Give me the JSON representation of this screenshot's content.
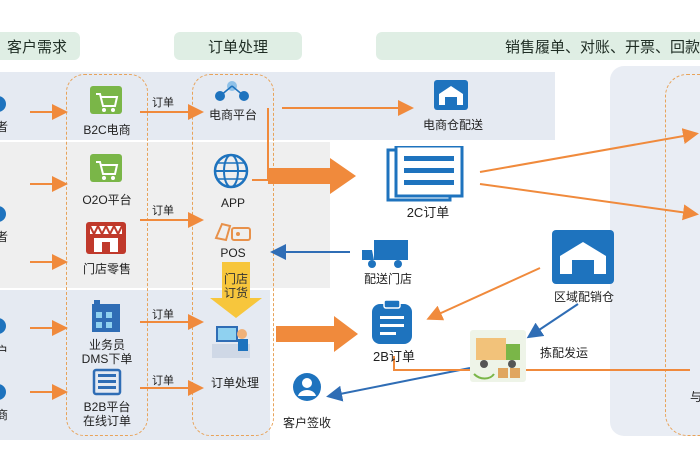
{
  "headers": {
    "customer": "客户需求",
    "order": "订单处理",
    "sales": "销售履单、对账、开票、回款"
  },
  "left_edge": {
    "row1": "者",
    "row2": "者",
    "row3": "户",
    "row4": "商"
  },
  "channels": {
    "b2c": "B2C电商",
    "o2o": "O2O平台",
    "store": "门店零售",
    "dms_line1": "业务员",
    "dms_line2": "DMS下单",
    "b2b_line1": "B2B平台",
    "b2b_line2": "在线订单"
  },
  "edge_labels": {
    "order1": "订单",
    "order2": "订单",
    "order3": "订单",
    "order4": "订单"
  },
  "systems": {
    "ecommerce_platform": "电商平台",
    "app": "APP",
    "pos": "POS",
    "store_order_line1": "门店",
    "store_order_line2": "订货",
    "order_processing": "订单处理"
  },
  "fulfillment": {
    "ecom_warehouse": "电商仓配送",
    "order_2c": "2C订单",
    "delivery_store": "配送门店",
    "regional_warehouse": "区域配销仓",
    "order_2b": "2B订单",
    "pick_ship": "拣配发运",
    "customer_sign": "客户签收",
    "right_edge": "与"
  },
  "colors": {
    "arrow_orange": "#f08a3c",
    "arrow_blue": "#2f6db5",
    "icon_blue": "#1e73be",
    "header_green": "#dfeee4",
    "band_blue": "#e5eaf2",
    "band_gray": "#efefef"
  }
}
